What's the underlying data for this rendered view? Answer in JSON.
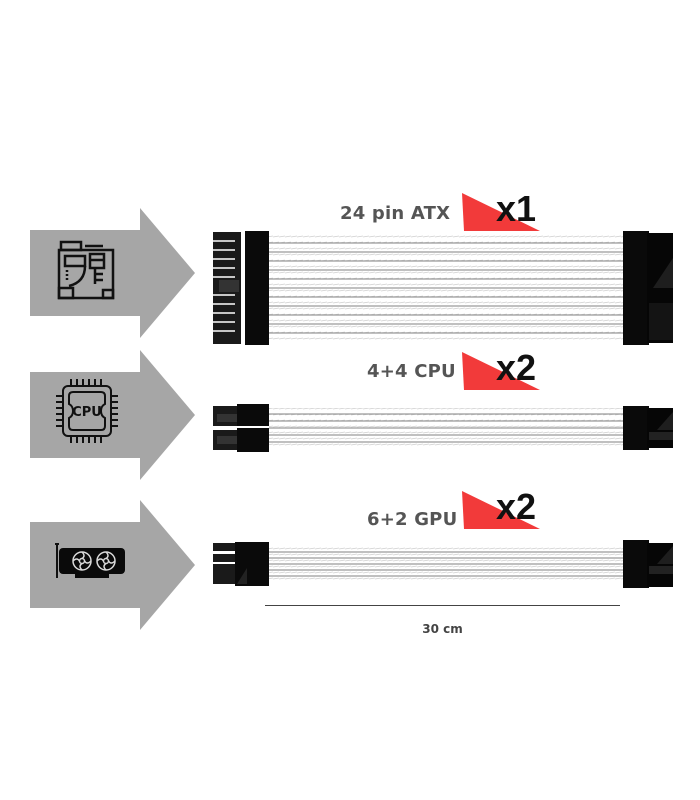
{
  "colors": {
    "arrow_gray": "#a6a6a6",
    "accent_red": "#f23a3a",
    "label_gray": "#555555",
    "connector_black": "#0a0a0a",
    "sleeve_white": "#ffffff"
  },
  "rows": [
    {
      "icon": "motherboard-icon",
      "label": "24 pin ATX",
      "quantity": "x1"
    },
    {
      "icon": "cpu-icon",
      "icon_text": "CPU",
      "label": "4+4 CPU",
      "quantity": "x2"
    },
    {
      "icon": "gpu-icon",
      "label": "6+2 GPU",
      "quantity": "x2"
    }
  ],
  "dimension": {
    "length_label": "30 cm"
  }
}
